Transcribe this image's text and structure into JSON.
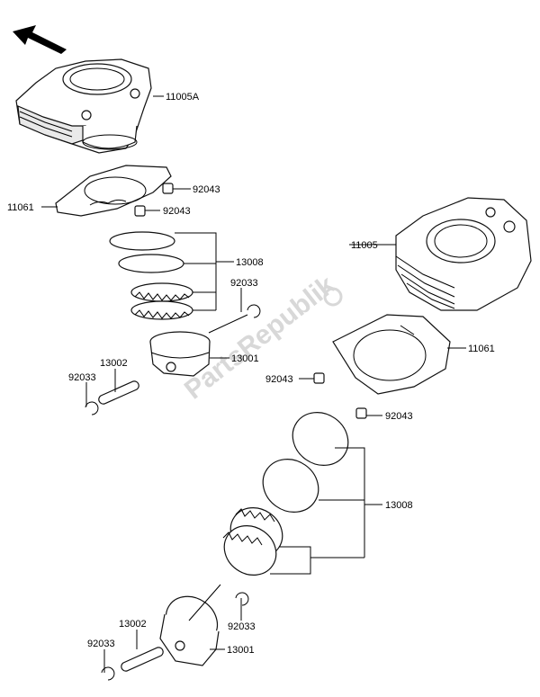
{
  "watermark": "PartsRepublik",
  "labels": {
    "cylinder_top": "11005A",
    "gasket_top": "11061",
    "dowel_top_a": "92043",
    "dowel_top_b": "92043",
    "rings_top": "13008",
    "clip_top_right": "92033",
    "piston_top": "13001",
    "pin_top": "13002",
    "clip_top_left": "92033",
    "cylinder_bottom": "11005",
    "gasket_bottom": "11061",
    "dowel_bottom_a": "92043",
    "dowel_bottom_b": "92043",
    "rings_bottom": "13008",
    "clip_bottom_right": "92033",
    "pin_bottom": "13002",
    "piston_bottom": "13001",
    "clip_bottom_left": "92033"
  },
  "icons": {
    "direction_arrow": "arrow-front-icon"
  }
}
